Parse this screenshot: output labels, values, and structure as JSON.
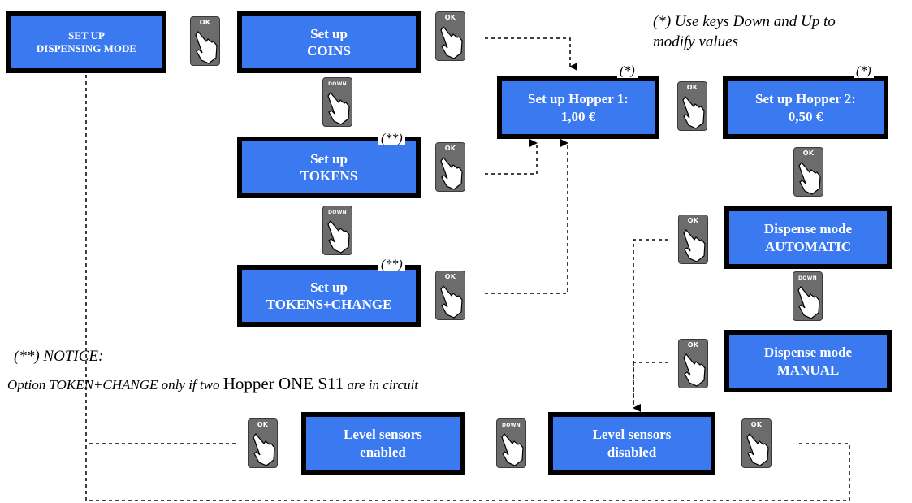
{
  "screens": {
    "setup_dispensing_mode": [
      "SET UP",
      "DISPENSING MODE"
    ],
    "setup_coins": [
      "Set up",
      "COINS"
    ],
    "setup_tokens": [
      "Set up",
      "TOKENS"
    ],
    "setup_tokens_change": [
      "Set up",
      "TOKENS+CHANGE"
    ],
    "setup_hopper1": [
      "Set up Hopper 1:",
      "1,00 €"
    ],
    "setup_hopper2": [
      "Set up Hopper 2:",
      "0,50 €"
    ],
    "dispense_automatic": [
      "Dispense mode",
      "AUTOMATIC"
    ],
    "dispense_manual": [
      "Dispense mode",
      "MANUAL"
    ],
    "level_enabled": [
      "Level sensors",
      "enabled"
    ],
    "level_disabled": [
      "Level sensors",
      "disabled"
    ]
  },
  "keys": {
    "ok": "OK",
    "down": "DOWN"
  },
  "tags": {
    "single": "(*)",
    "double": "(**)"
  },
  "notes": {
    "keys_hint_line1": "(*) Use keys Down and Up to",
    "keys_hint_line2": "modify values",
    "notice_title": "(**) NOTICE:",
    "notice_text_a": "Option TOKEN+CHANGE only if two ",
    "notice_text_b": "Hopper ONE S11",
    "notice_text_c": "  are in circuit"
  },
  "colors": {
    "screen_blue": "#3b79f0",
    "bezel": "#000000",
    "key_gray": "#6c6c6c"
  }
}
